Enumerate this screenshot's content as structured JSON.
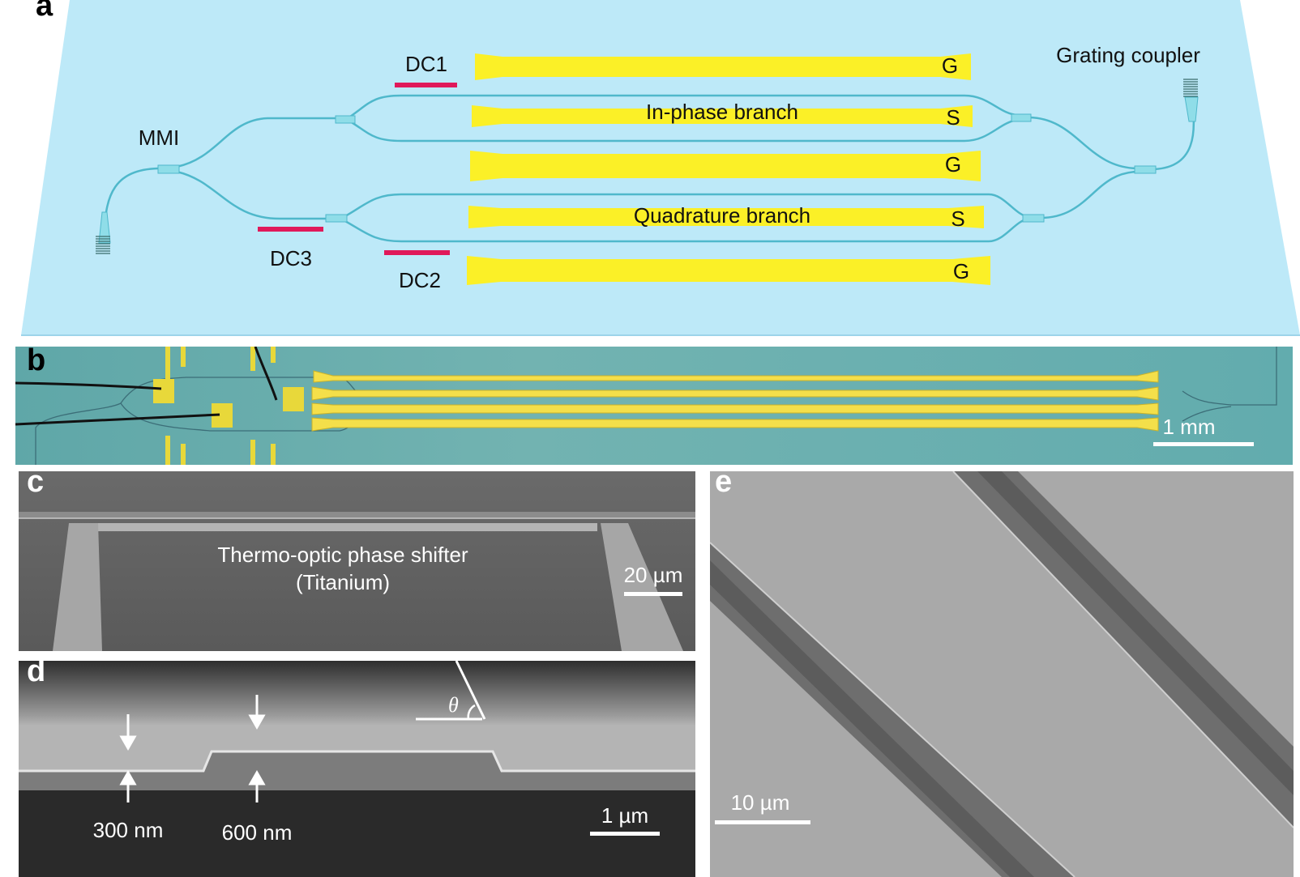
{
  "panel_a": {
    "label": "a",
    "mmi": "MMI",
    "grating_coupler": "Grating coupler",
    "dc1": "DC1",
    "dc2": "DC2",
    "dc3": "DC3",
    "in_phase_branch": "In-phase branch",
    "quadrature_branch": "Quadrature branch",
    "electrodes": [
      "G",
      "S",
      "G",
      "S",
      "G"
    ],
    "colors": {
      "substrate": "#bde9f8",
      "electrode": "#fbf027",
      "directional_coupler_mark": "#e0195a",
      "waveguide": "#5fc7d6"
    }
  },
  "panel_b": {
    "label": "b",
    "scale": "1 mm"
  },
  "panel_c": {
    "label": "c",
    "title_line1": "Thermo-optic phase shifter",
    "title_line2": "(Titanium)",
    "scale": "20 µm"
  },
  "panel_d": {
    "label": "d",
    "dim_left": "300 nm",
    "dim_right": "600 nm",
    "angle": "θ",
    "scale": "1 µm"
  },
  "panel_e": {
    "label": "e",
    "scale": "10 µm"
  }
}
